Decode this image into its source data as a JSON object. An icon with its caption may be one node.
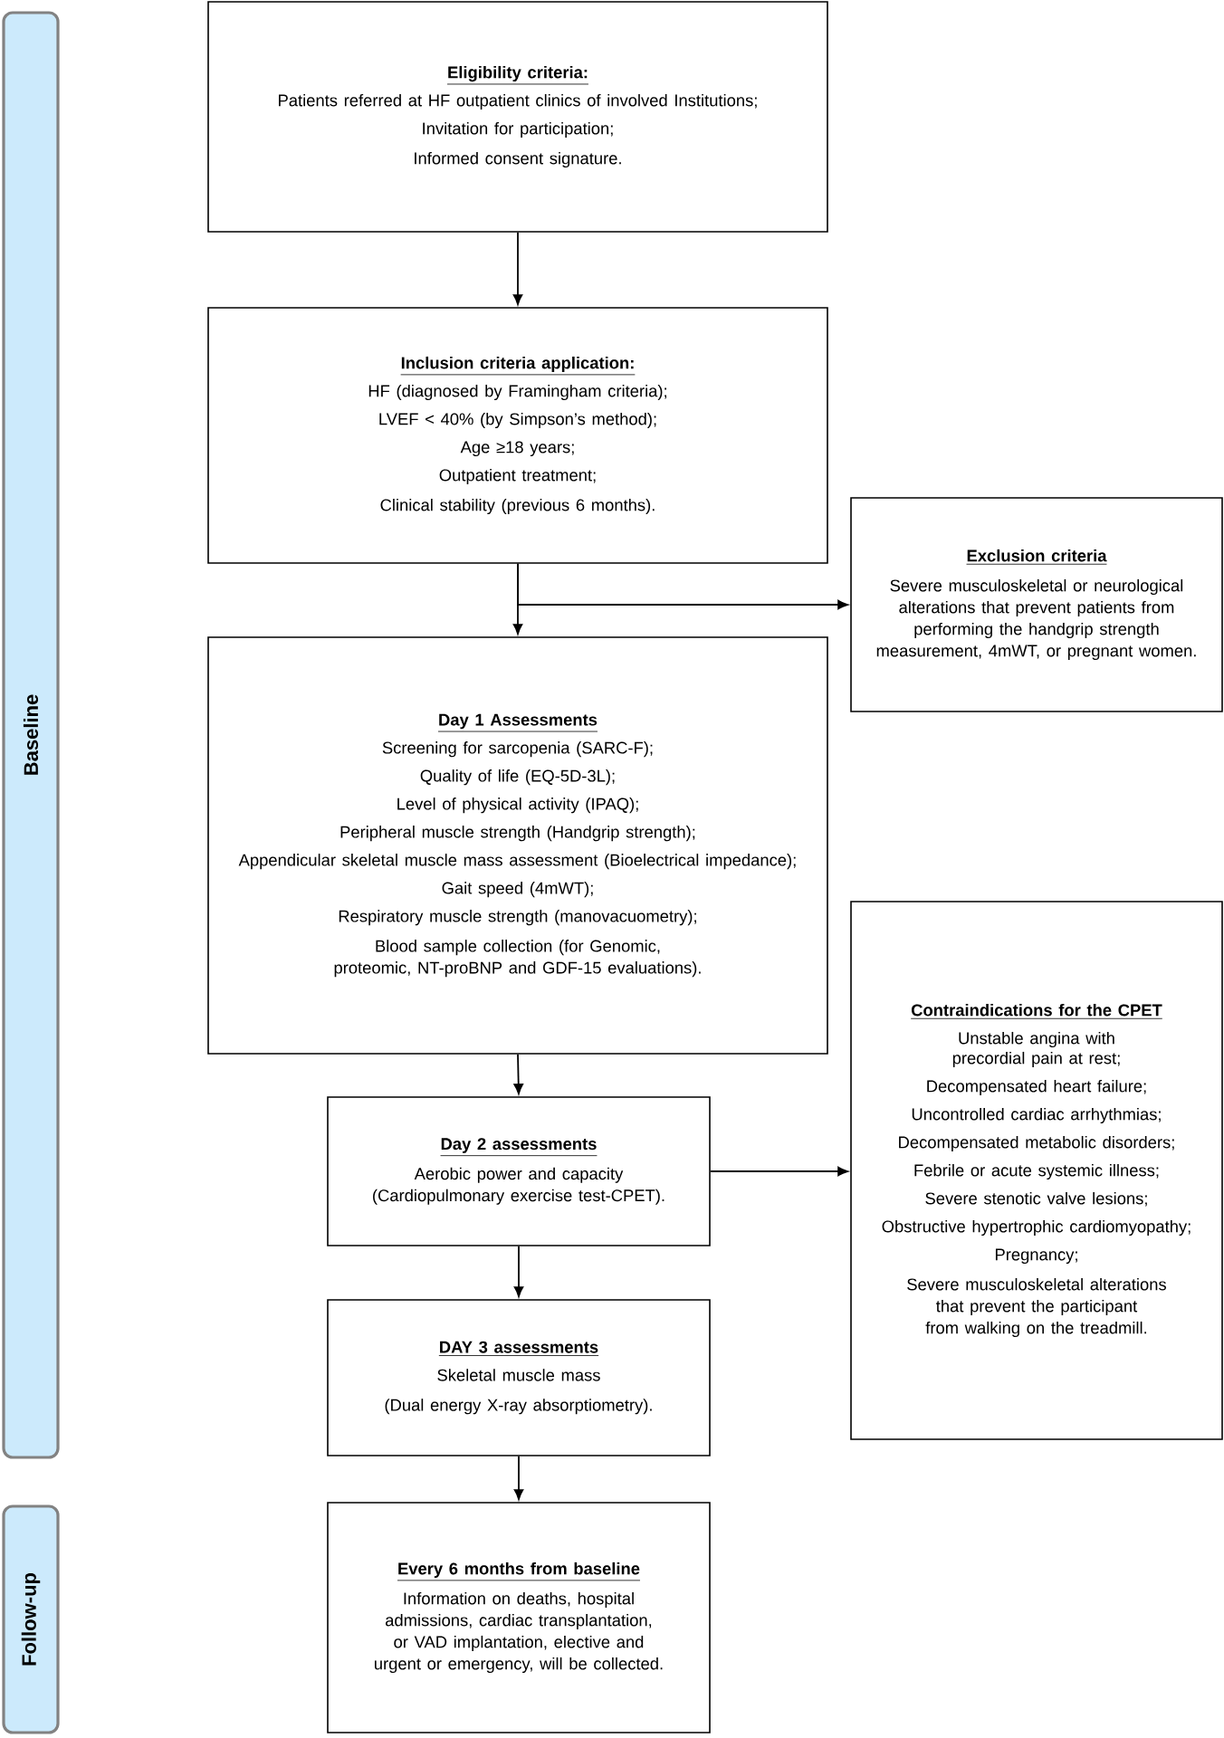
{
  "diagram": {
    "nodes": [
      {
        "text": [
          "Baseline"
        ]
      },
      {
        "text": [
          "Follow-up"
        ]
      },
      {
        "text": [
          "Eligibility criteria:",
          "Patients referred at HF outpatient clinics of involved Institutions;",
          "Invitation for participation;",
          "Informed consent signature."
        ]
      },
      {
        "text": [
          "Inclusion criteria application:",
          "HF (diagnosed by Framingham criteria);",
          "LVEF < 40% (by Simpson’s method);",
          "Age ≥18 years;",
          "Outpatient treatment;",
          "Clinical stability (previous 6 months)."
        ]
      },
      {
        "text": [
          "Exclusion criteria",
          "Severe musculoskeletal or neurological alterations that prevent patients from performing the handgrip strength measurement, 4mWT, or pregnant women."
        ]
      },
      {
        "text": [
          "Day 1 Assessments",
          "Screening for sarcopenia (SARC-F);",
          "Quality of life (EQ-5D-3L);",
          "Level of physical activity (IPAQ);",
          "Peripheral muscle strength (Handgrip strength);",
          "Appendicular skeletal muscle mass assessment (Bioelectrical impedance);",
          "Gait speed (4mWT);",
          "Respiratory muscle strength (manovacuometry);",
          "Blood sample collection (for Genomic, proteomic, NT-proBNP and GDF-15 evaluations)."
        ]
      },
      {
        "text": [
          "Day 2  assessments",
          "Aerobic power and capacity (Cardiopulmonary exercise test-CPET)."
        ]
      },
      {
        "text": [
          "Contraindications for the CPET",
          "Unstable angina with precordial pain at rest;",
          "Decompensated heart failure;",
          "Uncontrolled cardiac arrhythmias;",
          "Decompensated metabolic disorders;",
          "Febrile or acute systemic illness;",
          "Severe stenotic valve lesions;",
          "Obstructive hypertrophic cardiomyopathy;",
          "Pregnancy;",
          "Severe musculoskeletal alterations that prevent the participant from walking on the treadmill."
        ]
      },
      {
        "text": [
          "DAY 3 assessments",
          "Skeletal muscle mass",
          "(Dual energy X-ray absorptiometry)."
        ]
      },
      {
        "text": [
          "Every 6 months from baseline",
          "Information on deaths, hospital admissions, cardiac transplantation, or VAD implantation, elective and urgent or emergency, will be collected."
        ]
      }
    ],
    "edges": [
      {
        "from": 2,
        "to": 3,
        "arrow": "to"
      },
      {
        "from": 3,
        "to": 5,
        "arrow": "to"
      },
      {
        "from": 3,
        "to": 4,
        "arrow": "to"
      },
      {
        "from": 5,
        "to": 6,
        "arrow": "to"
      },
      {
        "from": 6,
        "to": 7,
        "arrow": "to"
      },
      {
        "from": 6,
        "to": 8,
        "arrow": "to"
      },
      {
        "from": 8,
        "to": 9,
        "arrow": "to"
      }
    ]
  }
}
